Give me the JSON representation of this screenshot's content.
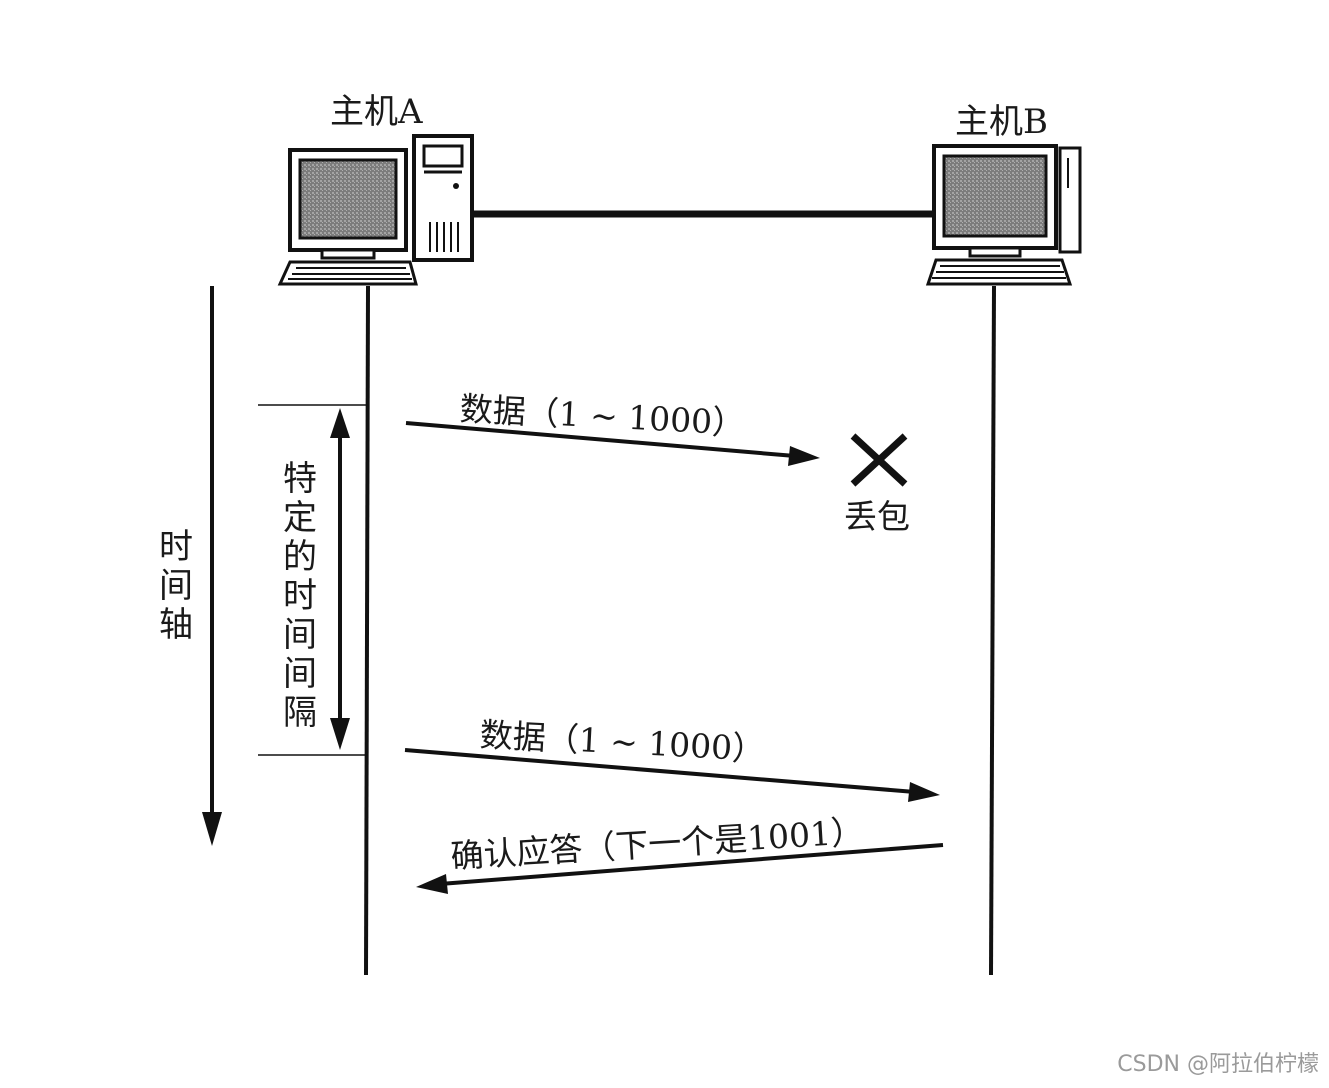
{
  "hosts": {
    "a_label": "主机A",
    "b_label": "主机B"
  },
  "time_axis": {
    "label": "时间轴"
  },
  "interval": {
    "label": "特定的时间间隔"
  },
  "messages": {
    "first_data": "数据（1 ~ 1000）",
    "lost_label": "丢包",
    "second_data": "数据（1 ~ 1000）",
    "ack": "确认应答（下一个是1001）"
  },
  "watermark": "CSDN @阿拉伯柠檬",
  "colors": {
    "ink": "#111111",
    "screen": "#8a8a8a",
    "paper": "#ffffff"
  }
}
